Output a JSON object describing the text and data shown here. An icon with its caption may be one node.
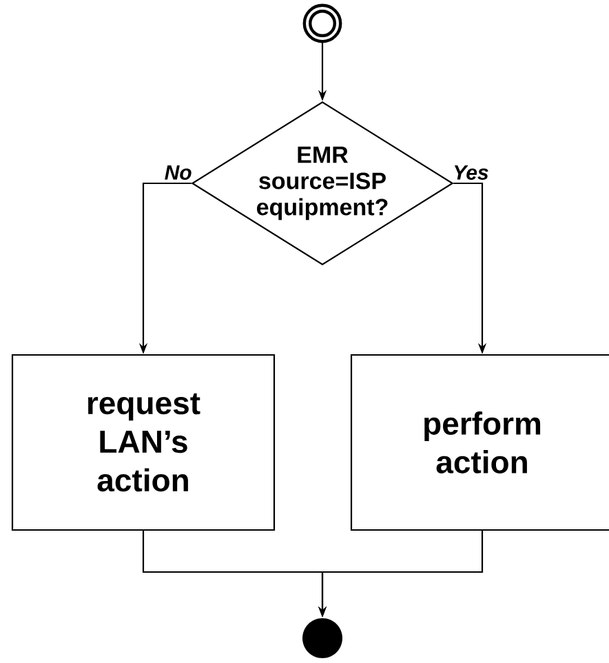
{
  "diagram": {
    "nodes": [
      {
        "text": [],
        "shape": "circle"
      },
      {
        "text": [
          "EMR source=ISP equipment?"
        ]
      },
      {
        "text": [
          "request LAN’s action"
        ]
      },
      {
        "text": [
          "perform action"
        ]
      },
      {
        "text": [],
        "shape": "circle"
      }
    ],
    "edges": [
      {
        "from": 0,
        "to": 1,
        "arrow": "to"
      },
      {
        "from": 1,
        "to": 2,
        "arrow": "to",
        "label": "No"
      },
      {
        "from": 1,
        "to": 3,
        "arrow": "to",
        "label": "Yes"
      },
      {
        "from": 2,
        "to": 4,
        "arrow": "to"
      },
      {
        "from": 3,
        "to": 4,
        "arrow": "to"
      }
    ]
  }
}
